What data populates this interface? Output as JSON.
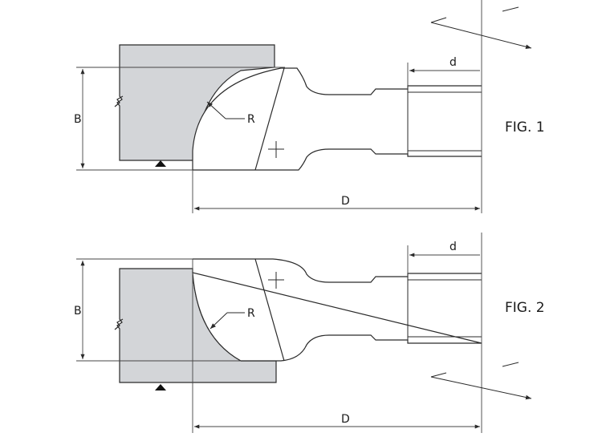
{
  "colors": {
    "workpiece_fill": "#d3d5d8",
    "line": "#2a2a2a",
    "dim_line": "#444444",
    "background": "#ffffff"
  },
  "figures": [
    {
      "caption": "FIG. 1",
      "labels": {
        "radius": "R",
        "height": "B",
        "diameter": "D",
        "bore": "d"
      }
    },
    {
      "caption": "FIG. 2",
      "labels": {
        "radius": "R",
        "height": "B",
        "diameter": "D",
        "bore": "d"
      }
    }
  ]
}
